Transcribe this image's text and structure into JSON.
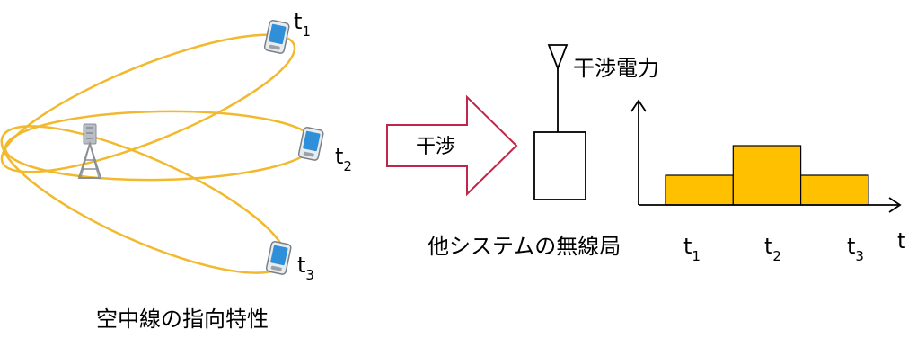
{
  "left": {
    "caption": "空中線の指向特性",
    "terminals": [
      {
        "base": "t",
        "sub": "1"
      },
      {
        "base": "t",
        "sub": "2"
      },
      {
        "base": "t",
        "sub": "3"
      }
    ],
    "beam_color": "#F2B92E"
  },
  "arrow": {
    "label": "干渉",
    "border_color": "#C0264A"
  },
  "right": {
    "station_caption": "他システムの無線局",
    "power_label": "干渉電力",
    "time_axis_label": "t",
    "time_ticks": [
      {
        "base": "t",
        "sub": "1"
      },
      {
        "base": "t",
        "sub": "2"
      },
      {
        "base": "t",
        "sub": "3"
      }
    ],
    "chart_data": {
      "type": "bar",
      "categories": [
        "t1",
        "t2",
        "t3"
      ],
      "values": [
        1,
        2,
        1
      ],
      "bar_color": "#FFC000"
    }
  }
}
